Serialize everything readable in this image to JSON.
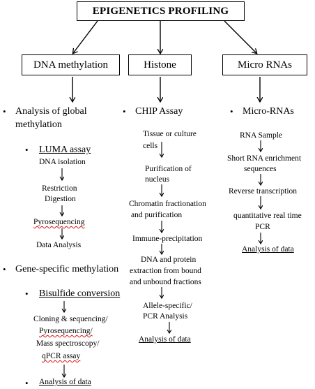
{
  "title": "EPIGENETICS PROFILING",
  "categories": {
    "dna": "DNA methylation",
    "histone": "Histone",
    "mirna": "Micro RNAs"
  },
  "bullet_symbol": "•",
  "dna": {
    "global_line1": "Analysis of global",
    "global_line2": "methylation",
    "luma": "LUMA assay",
    "luma_steps": [
      "DNA isolation",
      "Restriction",
      "Digestion",
      "Pyrosequencing",
      "Data Analysis"
    ],
    "gene_specific": "Gene-specific methylation",
    "bisulfide": "Bisulfide conversion",
    "bis_steps": [
      "Cloning & sequencing/",
      "Pyrosequencing/",
      "Mass spectroscopy/",
      "qPCR assay"
    ],
    "analysis": "Analysis of data"
  },
  "histone": {
    "chip": "CHIP Assay",
    "steps": [
      "Tissue or culture",
      "cells",
      "Purification of",
      "nucleus",
      "Chromatin fractionation",
      "and purification",
      "Immune-precipitation",
      "DNA and protein",
      "extraction from bound",
      "and unbound fractions",
      "Allele-specific/",
      "PCR Analysis"
    ],
    "analysis": "Analysis of data"
  },
  "mirna": {
    "heading": "Micro-RNAs",
    "steps": [
      "RNA Sample",
      "Short RNA enrichment",
      "sequences",
      "Reverse transcription",
      "quantitative real time",
      "PCR"
    ],
    "analysis": "Analysis of data"
  }
}
